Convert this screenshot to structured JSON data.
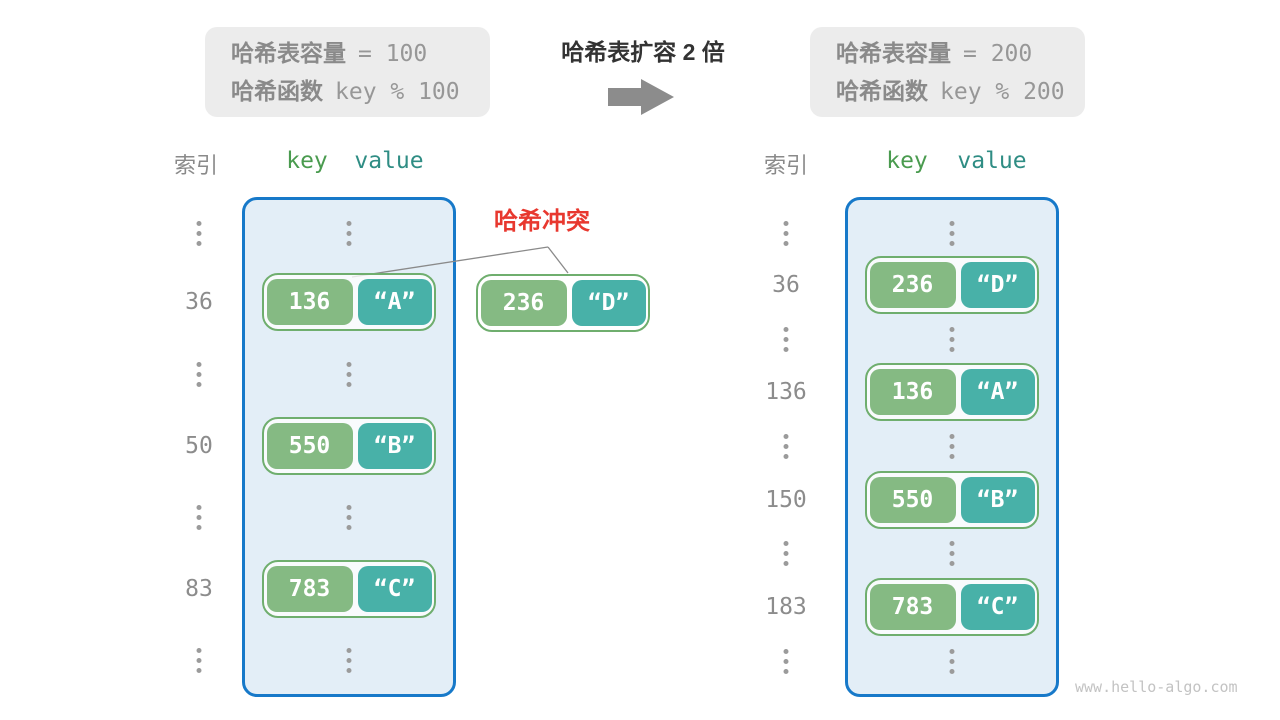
{
  "info_box_left": {
    "line1_label": "哈希表容量",
    "line1_value": "= 100",
    "line2_label": "哈希函数",
    "line2_value": "key % 100"
  },
  "info_box_right": {
    "line1_label": "哈希表容量",
    "line1_value": "= 200",
    "line2_label": "哈希函数",
    "line2_value": "key % 200"
  },
  "transition": {
    "title": "哈希表扩容 2 倍",
    "arrow_icon": "right-arrow"
  },
  "collision": {
    "label": "哈希冲突",
    "pair": {
      "key": "236",
      "value": "“D”"
    }
  },
  "left_table": {
    "headers": {
      "index": "索引",
      "key": "key",
      "value": "value"
    },
    "rows": [
      {
        "type": "dots"
      },
      {
        "type": "pair",
        "index": "36",
        "key": "136",
        "value": "“A”"
      },
      {
        "type": "dots"
      },
      {
        "type": "pair",
        "index": "50",
        "key": "550",
        "value": "“B”"
      },
      {
        "type": "dots"
      },
      {
        "type": "pair",
        "index": "83",
        "key": "783",
        "value": "“C”"
      },
      {
        "type": "dots"
      }
    ]
  },
  "right_table": {
    "headers": {
      "index": "索引",
      "key": "key",
      "value": "value"
    },
    "rows": [
      {
        "type": "dots"
      },
      {
        "type": "pair",
        "index": "36",
        "key": "236",
        "value": "“D”"
      },
      {
        "type": "dots"
      },
      {
        "type": "pair",
        "index": "136",
        "key": "136",
        "value": "“A”"
      },
      {
        "type": "dots"
      },
      {
        "type": "pair",
        "index": "150",
        "key": "550",
        "value": "“B”"
      },
      {
        "type": "dots"
      },
      {
        "type": "pair",
        "index": "183",
        "key": "783",
        "value": "“C”"
      },
      {
        "type": "dots"
      }
    ]
  },
  "watermark": "www.hello-algo.com",
  "colors": {
    "bucket_fill": "#e3eef7",
    "bucket_border": "#1779c9",
    "key_green": "#85ba83",
    "value_teal": "#48b1a8",
    "pair_border_green": "#6fae6e",
    "header_key_green": "#4a9b4f",
    "header_value_teal": "#2f8d84",
    "collision_red": "#e8382f",
    "info_gray": "#8f8f8f",
    "arrow_gray": "#8c8c8c"
  }
}
